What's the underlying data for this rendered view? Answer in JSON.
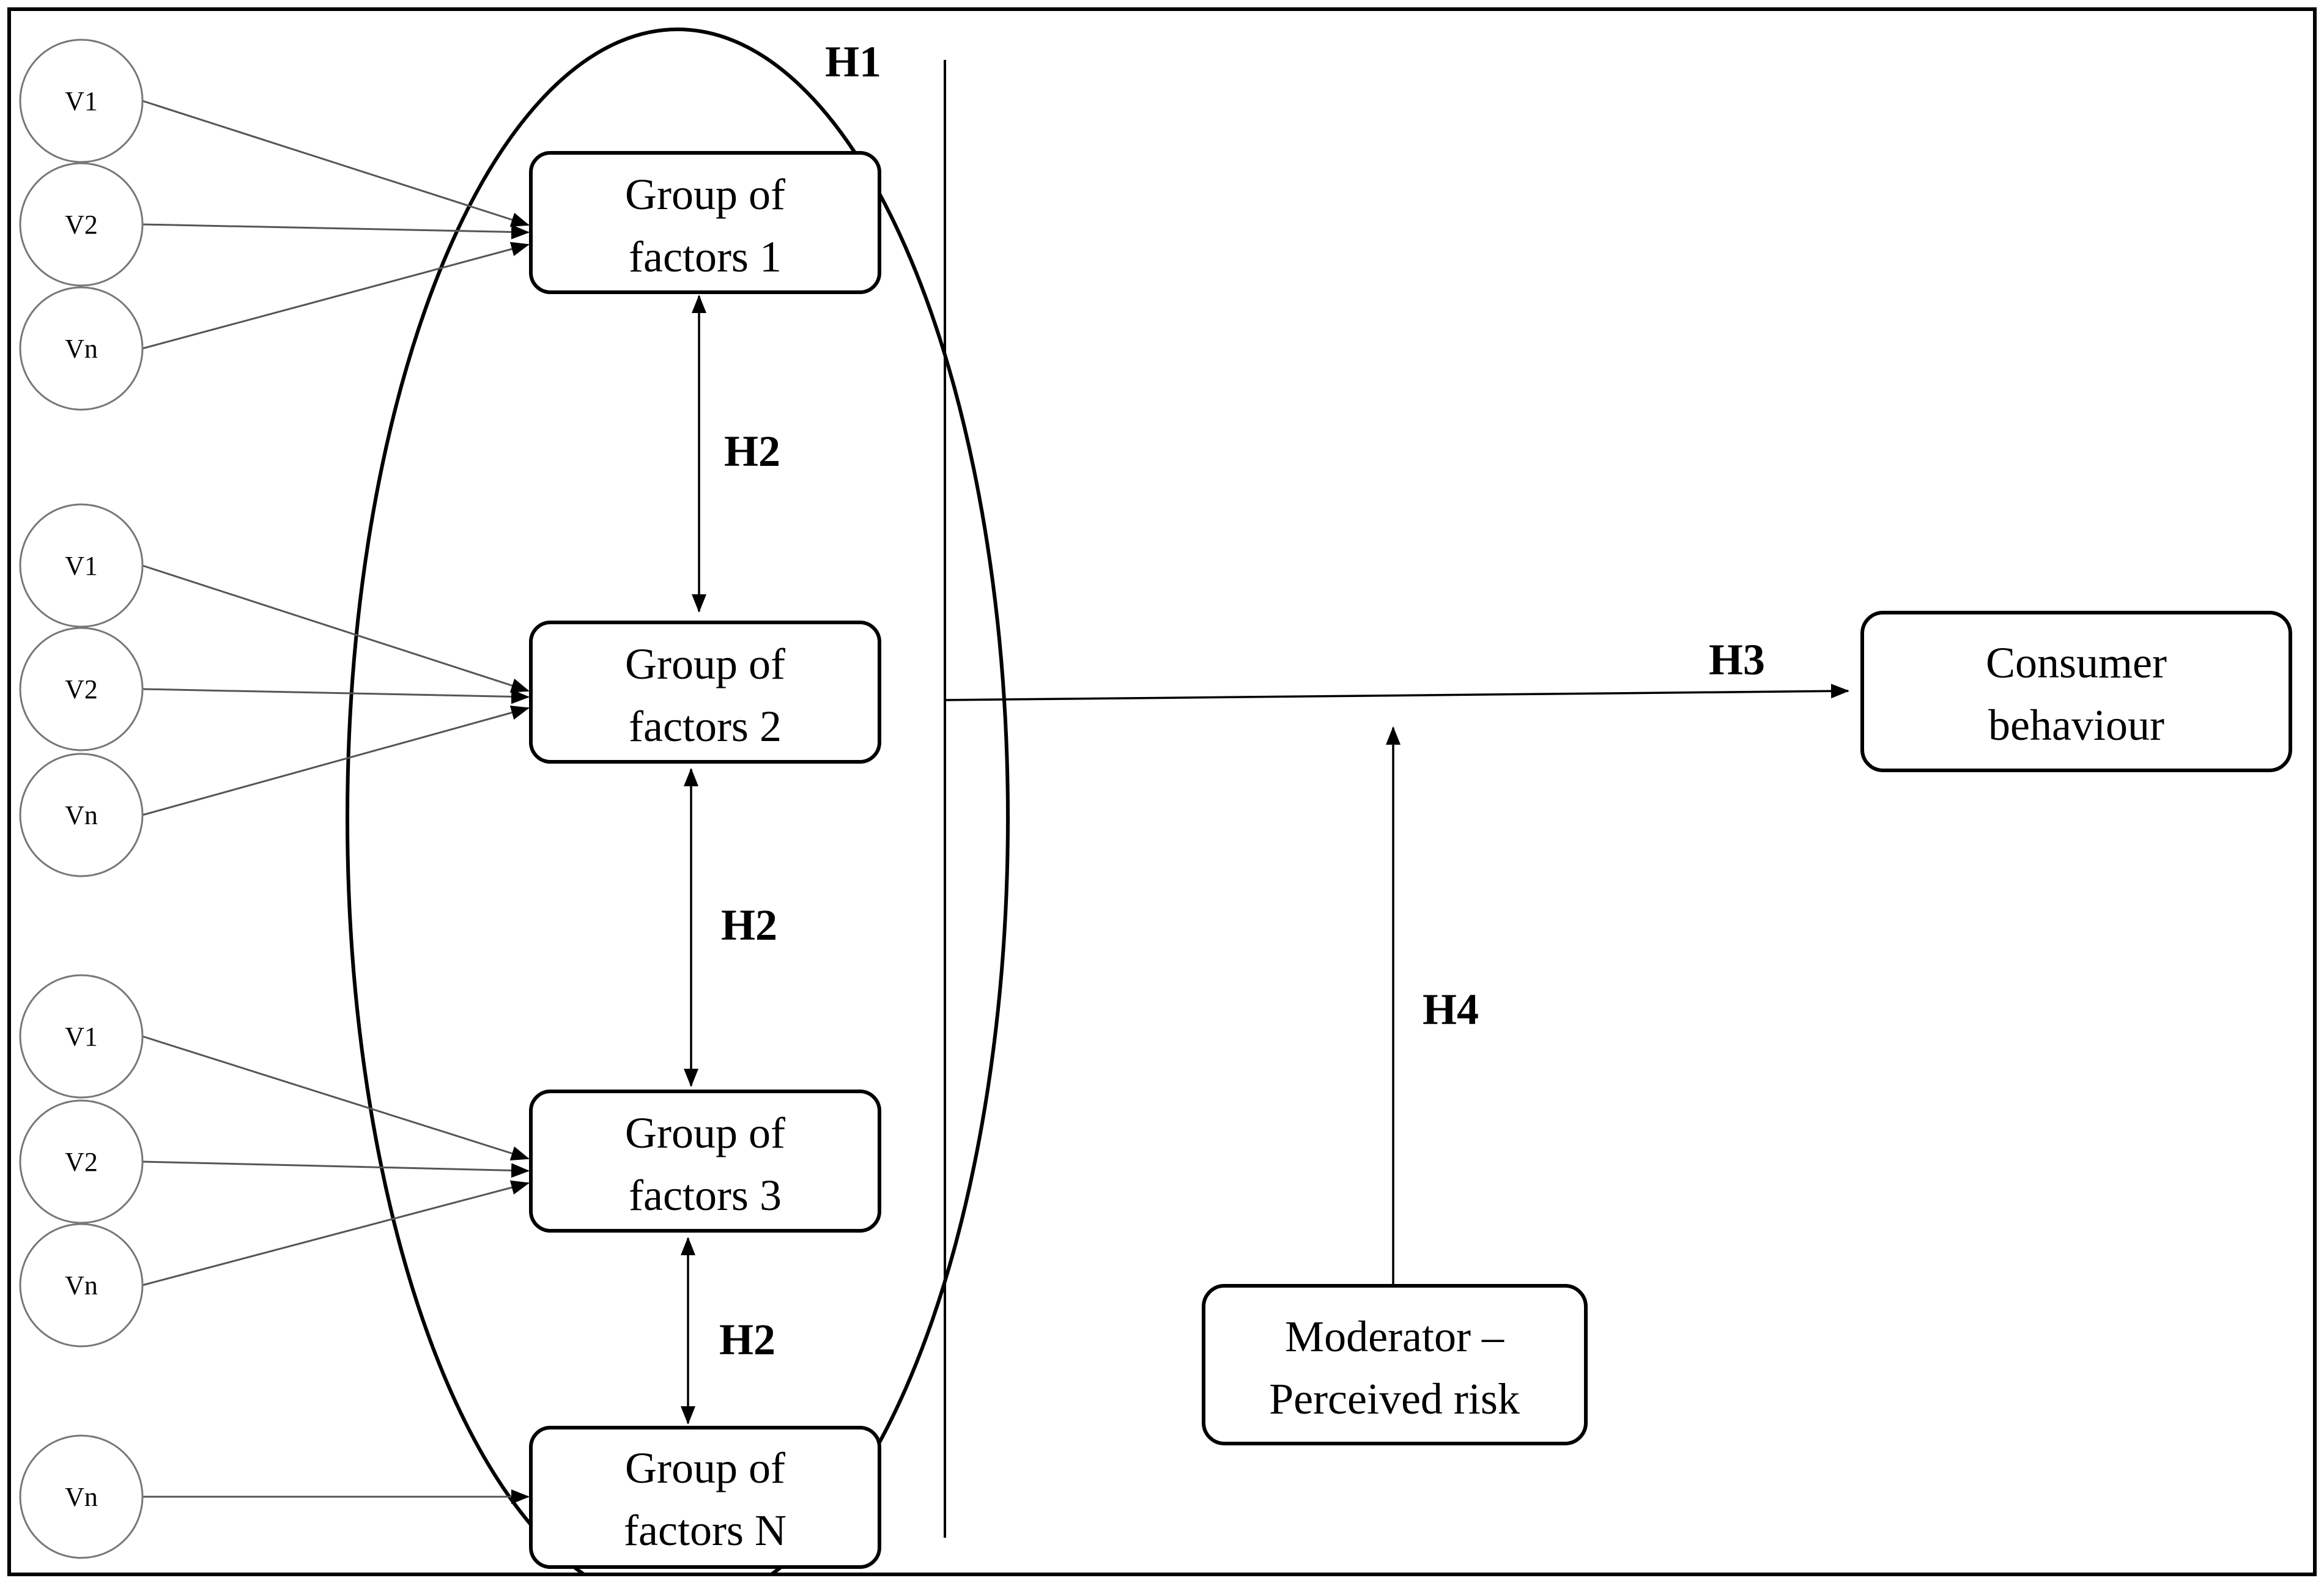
{
  "diagram": {
    "hypotheses": {
      "h1": "H1",
      "h2": "H2",
      "h3": "H3",
      "h4": "H4"
    },
    "groups": [
      {
        "line1": "Group of",
        "line2": "factors 1",
        "vars": [
          "V1",
          "V2",
          "Vn"
        ]
      },
      {
        "line1": "Group of",
        "line2": "factors 2",
        "vars": [
          "V1",
          "V2",
          "Vn"
        ]
      },
      {
        "line1": "Group of",
        "line2": "factors 3",
        "vars": [
          "V1",
          "V2",
          "Vn"
        ]
      },
      {
        "line1": "Group of",
        "line2": "factors N",
        "vars": [
          "Vn"
        ]
      }
    ],
    "outcome": {
      "line1": "Consumer",
      "line2": "behaviour"
    },
    "moderator": {
      "line1": "Moderator –",
      "line2": "Perceived risk"
    }
  }
}
